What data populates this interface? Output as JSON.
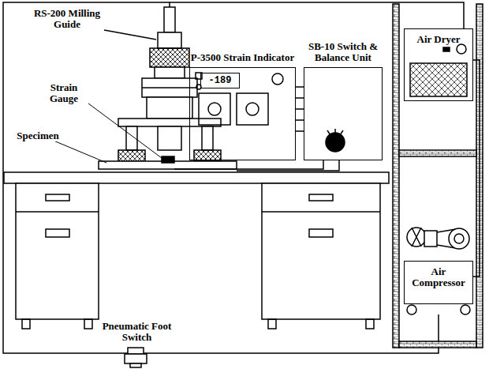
{
  "diagram": {
    "nodes": [
      {
        "text": [
          "P-3500 Strain Indicator"
        ]
      },
      {
        "text": [
          "-189"
        ],
        "in": 0
      },
      {
        "text": [
          "SB-10 Switch & Balance Unit"
        ]
      },
      {
        "text": [
          "Air Dryer"
        ]
      },
      {
        "text": [
          "Air Compressor"
        ]
      }
    ],
    "edges": [
      {
        "from": 0,
        "to": 2,
        "arrow": "none"
      },
      {
        "from": 3,
        "to": 4,
        "arrow": "none"
      }
    ],
    "labels": [
      "RS-200 Milling Guide",
      "Strain Gauge",
      "Specimen",
      "Pneumatic Foot Switch"
    ]
  }
}
